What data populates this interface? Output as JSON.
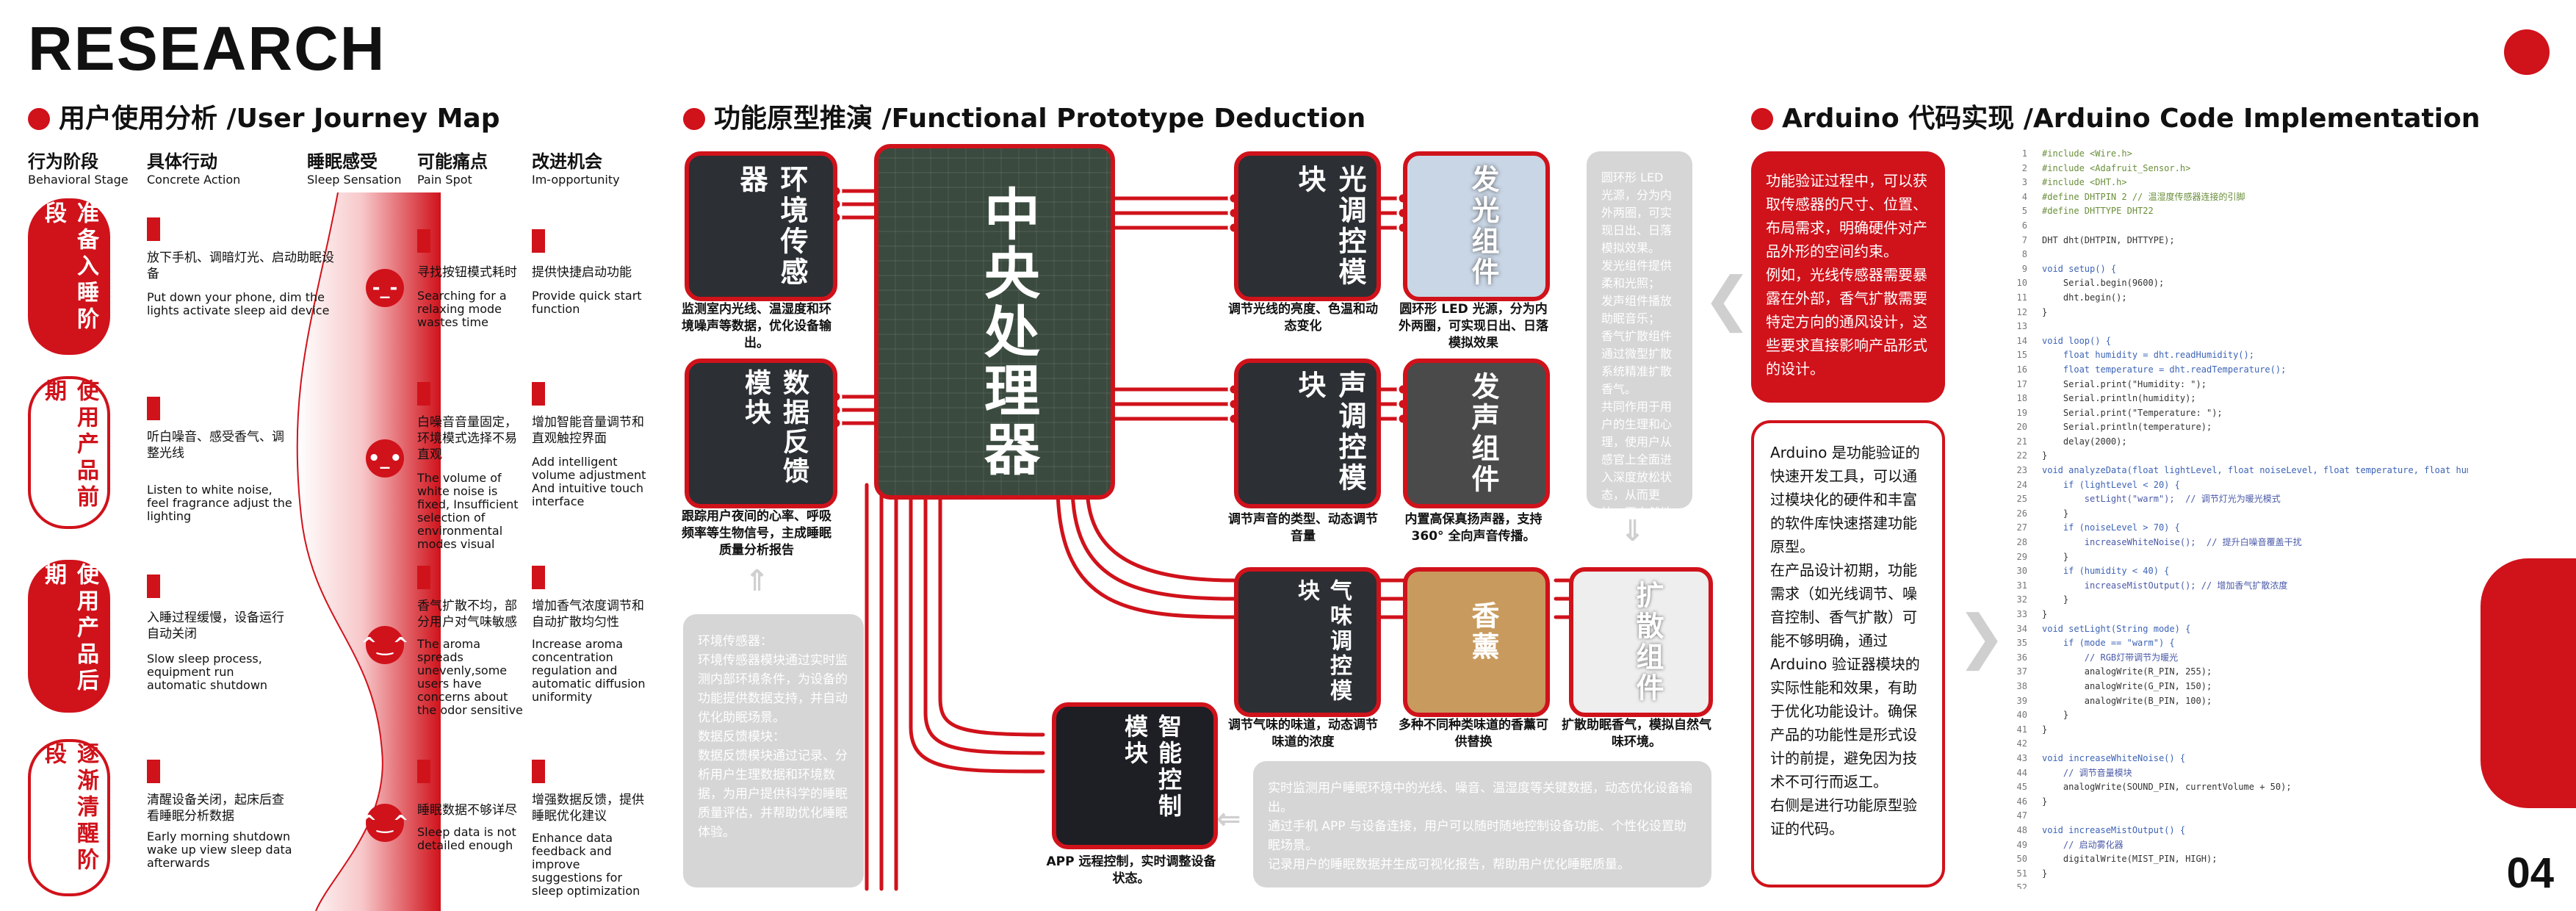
{
  "page": {
    "title": "RESEARCH",
    "number": "04"
  },
  "journey": {
    "heading": "用户使用分析 /User Journey Map",
    "columns": [
      {
        "cn": "行为阶段",
        "en": "Behavioral Stage"
      },
      {
        "cn": "具体行动",
        "en": "Concrete Action"
      },
      {
        "cn": "睡眠感受",
        "en": "Sleep Sensation"
      },
      {
        "cn": "可能痛点",
        "en": "Pain Spot"
      },
      {
        "cn": "改进机会",
        "en": "Im-opportunity"
      }
    ],
    "rows": [
      {
        "stage": "准备入睡阶段",
        "action_cn": "放下手机、调暗灯光、启动助眠设备",
        "action_en": "Put down your phone, dim the lights activate sleep aid device",
        "face": "-_-",
        "pain_cn": "寻找按钮模式耗时",
        "pain_en": "Searching for a relaxing mode wastes time",
        "opp_cn": "提供快捷启动功能",
        "opp_en": "Provide quick start function"
      },
      {
        "stage": "使用产品前期",
        "action_cn": "听白噪音、感受香气、调整光线",
        "action_en": "Listen to white noise, feel fragrance adjust the lighting",
        "face": "•_•",
        "pain_cn": "白噪音音量固定，环境模式选择不易直观",
        "pain_en": "The volume of white noise is fixed, Insufficient selection of environmental modes visual",
        "opp_cn": "增加智能音量调节和直观触控界面",
        "opp_en": "Add intelligent volume adjustment And intuitive touch interface"
      },
      {
        "stage": "使用产品后期",
        "action_cn": "入睡过程缓慢，设备运行自动关闭",
        "action_en": "Slow sleep process, equipment run automatic shutdown",
        "face": "^‿^",
        "pain_cn": "香气扩散不均，部分用户对气味敏感",
        "pain_en": "The aroma spreads unevenly,some users have concerns about the odor sensitive",
        "opp_cn": "增加香气浓度调节和自动扩散均匀性",
        "opp_en": "Increase aroma concentration regulation and automatic diffusion uniformity"
      },
      {
        "stage": "逐渐清醒阶段",
        "action_cn": "清醒设备关闭，起床后查看睡眠分析数据",
        "action_en": "Early morning shutdown wake up view sleep data afterwards",
        "face": "^‿^",
        "pain_cn": "睡眠数据不够详尽",
        "pain_en": "Sleep data is not detailed enough",
        "opp_cn": "增强数据反馈，提供睡眠优化建议",
        "opp_en": "Enhance data feedback and improve suggestions for sleep optimization"
      }
    ]
  },
  "prototype": {
    "heading": "功能原型推演 /Functional Prototype Deduction",
    "central": "中央处理器",
    "modules": {
      "env": {
        "label": "环境传感器",
        "caption": "监测室内光线、温湿度和环境噪声等数据，优化设备输出。"
      },
      "data": {
        "label": "数据反馈模块",
        "caption": "跟踪用户夜间的心率、呼吸频率等生物信号，主成睡眠质量分析报告"
      },
      "smart": {
        "label": "智能控制模块",
        "caption": "APP 远程控制，实时调整设备状态。"
      },
      "light_ctrl": {
        "label": "光调控模块",
        "caption": "调节光线的亮度、色温和动态变化"
      },
      "light_out": {
        "label": "发光组件",
        "caption": "圆环形 LED 光源，分为内外两圈，可实现日出、日落模拟效果"
      },
      "sound_ctrl": {
        "label": "声调控模块",
        "caption": "调节声音的类型、动态调节音量"
      },
      "sound_out": {
        "label": "发声组件",
        "caption": "内置高保真扬声器，支持 360° 全向声音传播。"
      },
      "scent_ctrl": {
        "label": "气味调控模块",
        "caption": "调节气味的味道，动态调节味道的浓度"
      },
      "scent_src": {
        "label": "香薰",
        "caption": "多种不同种类味道的香薰可供替换"
      },
      "scent_out": {
        "label": "扩散组件",
        "caption": "扩散助眠香气，模拟自然气味环境。"
      }
    },
    "grey_right": "圆环形 LED 光源，分为内外两圈，可实现日出、日落模拟效果。\n发光组件提供柔和光照；\n发声组件播放助眠音乐；\n香气扩散组件通过微型扩散系统精准扩散香气。\n共同作用于用户的生理和心理，使用户从感官上全面进入深度放松状态，从而更快、更自然地入睡。",
    "grey_left": "环境传感器：\n环境传感器模块通过实时监测内部环境条件，为设备的功能提供数据支持，并自动优化助眠场景。\n数据反馈模块：\n数据反馈模块通过记录、分析用户生理数据和环境数据，为用户提供科学的睡眠质量评估，并帮助优化睡眠体验。",
    "grey_bottom": "实时监测用户睡眠环境中的光线、噪音、温湿度等关键数据，动态优化设备输出。\n通过手机 APP 与设备连接，用户可以随时随地控制设备功能、个性化设置助眠场景。\n记录用户的睡眠数据并生成可视化报告，帮助用户优化睡眠质量。"
  },
  "arduino": {
    "heading": "Arduino 代码实现 /Arduino Code Implementation",
    "red_note": "功能验证过程中，可以获取传感器的尺寸、位置、布局需求，明确硬件对产品外形的空间约束。\n例如，光线传感器需要暴露在外部，香气扩散需要特定方向的通风设计，这些要求直接影响产品形式的设计。",
    "white_note": "Arduino 是功能验证的快速开发工具，可以通过模块化的硬件和丰富的软件库快速搭建功能原型。\n在产品设计初期，功能需求（如光线调节、噪音控制、香气扩散）可能不够明确，通过 Arduino 验证器模块的实际性能和效果，有助于优化功能设计。确保产品的功能性是形式设计的前提，避免因为技术不可行而返工。\n右侧是进行功能原型验证的代码。",
    "code": [
      "#include <Wire.h>",
      "#include <Adafruit_Sensor.h>",
      "#include <DHT.h>",
      "#define DHTPIN 2 // 温湿度传感器连接的引脚",
      "#define DHTTYPE DHT22",
      "",
      "DHT dht(DHTPIN, DHTTYPE);",
      "",
      "void setup() {",
      "    Serial.begin(9600);",
      "    dht.begin();",
      "}",
      "",
      "void loop() {",
      "    float humidity = dht.readHumidity();",
      "    float temperature = dht.readTemperature();",
      "    Serial.print(\"Humidity: \");",
      "    Serial.println(humidity);",
      "    Serial.print(\"Temperature: \");",
      "    Serial.println(temperature);",
      "    delay(2000);",
      "}",
      "void analyzeData(float lightLevel, float noiseLevel, float temperature, float humidity) {",
      "    if (lightLevel < 20) {",
      "        setLight(\"warm\");  // 调节灯光为暖光模式",
      "    }",
      "    if (noiseLevel > 70) {",
      "        increaseWhiteNoise();  // 提升白噪音覆盖干扰",
      "    }",
      "    if (humidity < 40) {",
      "        increaseMistOutput(); // 增加香气扩散浓度",
      "    }",
      "}",
      "void setLight(String mode) {",
      "    if (mode == \"warm\") {",
      "        // RGB灯带调节为暖光",
      "        analogWrite(R_PIN, 255);",
      "        analogWrite(G_PIN, 150);",
      "        analogWrite(B_PIN, 100);",
      "    }",
      "}",
      "",
      "void increaseWhiteNoise() {",
      "    // 调节音量模块",
      "    analogWrite(SOUND_PIN, currentVolume + 50);",
      "}",
      "",
      "void increaseMistOutput() {",
      "    // 启动雾化器",
      "    digitalWrite(MIST_PIN, HIGH);",
      "}",
      ""
    ]
  },
  "colors": {
    "accent": "#d0121b",
    "grey": "#d6d6d6",
    "board": "#2c2f34"
  }
}
